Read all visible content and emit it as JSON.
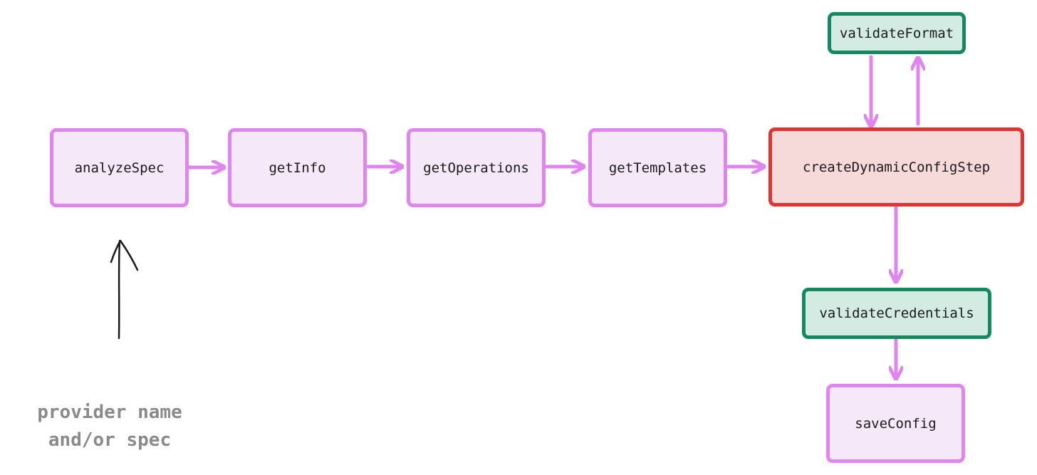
{
  "nodes": {
    "analyze_spec": "analyzeSpec",
    "get_info": "getInfo",
    "get_operations": "getOperations",
    "get_templates": "getTemplates",
    "create_dynamic_config_step": "createDynamicConfigStep",
    "validate_format": "validateFormat",
    "validate_credentials": "validateCredentials",
    "save_config": "saveConfig"
  },
  "input_label": {
    "line1": "provider name",
    "line2": "and/or spec"
  },
  "colors": {
    "default_fill": "#f5e8f9",
    "default_border": "#e084ef",
    "highlight_fill": "#f6d9d9",
    "highlight_border": "#e23333",
    "validator_fill": "#d3ebe3",
    "validator_border": "#12895f",
    "edge": "#e084ef",
    "input_arrow": "#1a1a1a",
    "input_text": "#8a8a8a"
  }
}
